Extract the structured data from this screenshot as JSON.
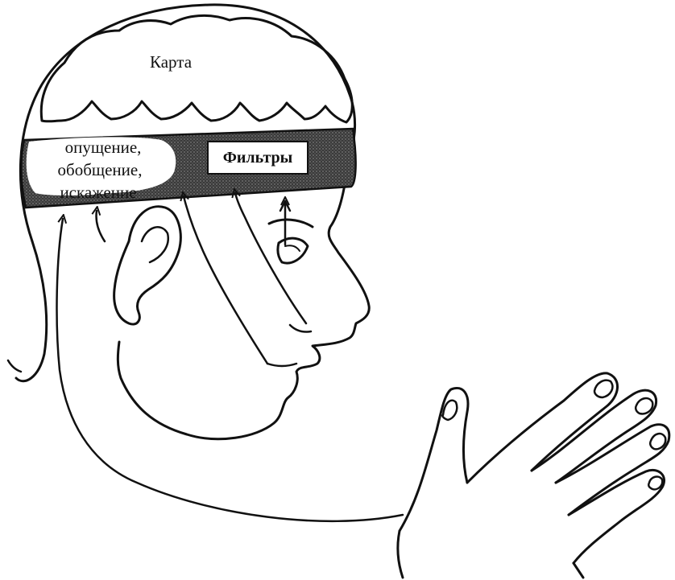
{
  "diagram": {
    "labels": {
      "map": "Карта",
      "filters": "Фильтры",
      "process_line1": "опущение,",
      "process_line2": "обобщение,",
      "process_line3": "искажение"
    }
  }
}
